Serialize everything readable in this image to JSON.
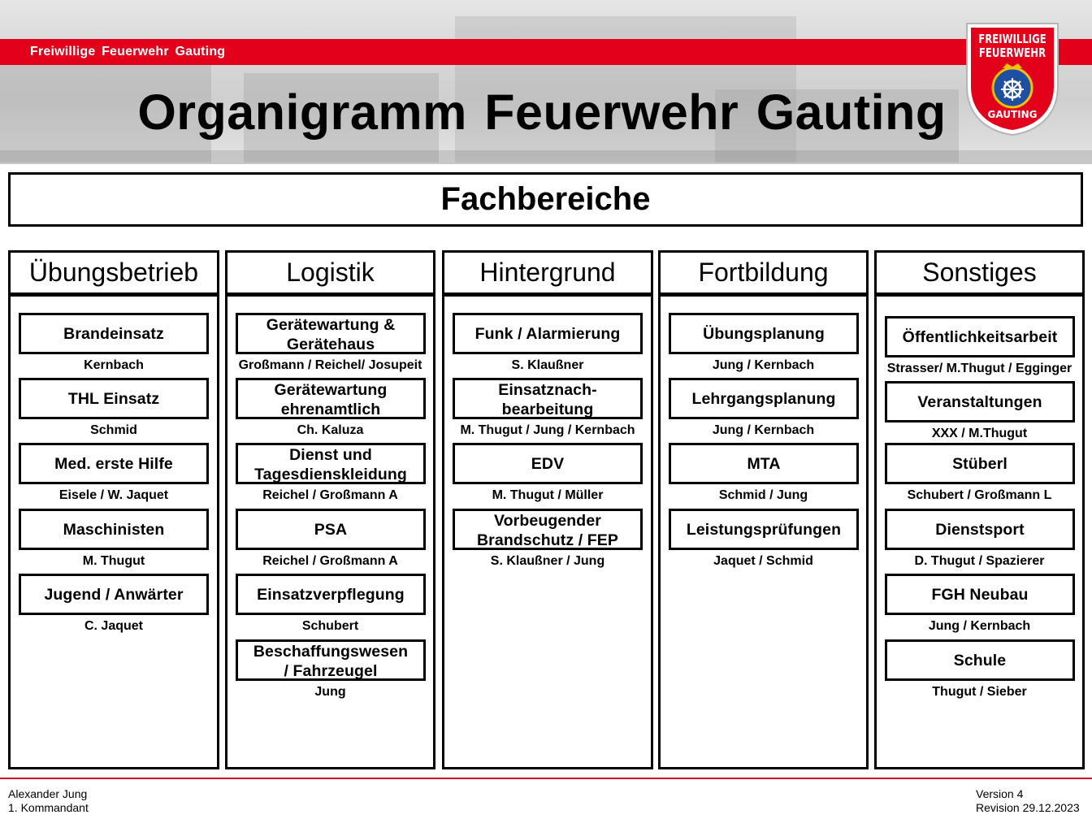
{
  "header": {
    "brand": "Freiwillige  Feuerwehr  Gauting",
    "title": "Organigramm Feuerwehr  Gauting",
    "logo": {
      "line1": "FREIWILLIGE",
      "line2": "FEUERWEHR",
      "arc": "GAUTING",
      "colors": {
        "red": "#e3001b",
        "blue": "#1f4fa3",
        "gold": "#f2c200"
      }
    }
  },
  "section": {
    "title": "Fachbereiche"
  },
  "columns": [
    {
      "title": "Übungsbetrieb",
      "items": [
        {
          "lines": [
            "Brandeinsatz"
          ],
          "person": "Kernbach"
        },
        {
          "lines": [
            "THL Einsatz"
          ],
          "person": "Schmid"
        },
        {
          "lines": [
            "Med. erste Hilfe"
          ],
          "person": "Eisele / W. Jaquet"
        },
        {
          "lines": [
            "Maschinisten"
          ],
          "person": "M. Thugut"
        },
        {
          "lines": [
            "Jugend / Anwärter"
          ],
          "person": "C. Jaquet"
        }
      ]
    },
    {
      "title": "Logistik",
      "items": [
        {
          "lines": [
            "Gerätewartung &",
            "Gerätehaus"
          ],
          "person": "Großmann / Reichel/ Josupeit"
        },
        {
          "lines": [
            "Gerätewartung",
            "ehrenamtlich"
          ],
          "person": "Ch. Kaluza"
        },
        {
          "lines": [
            "Dienst und",
            "Tagesdienskleidung"
          ],
          "person": "Reichel / Großmann A"
        },
        {
          "lines": [
            "PSA"
          ],
          "person": "Reichel / Großmann A"
        },
        {
          "lines": [
            "Einsatzverpflegung"
          ],
          "person": "Schubert"
        },
        {
          "lines": [
            "Beschaffungswesen",
            "/ Fahrzeugel"
          ],
          "person": "Jung"
        }
      ]
    },
    {
      "title": "Hintergrund",
      "items": [
        {
          "lines": [
            "Funk / Alarmierung"
          ],
          "person": "S. Klaußner"
        },
        {
          "lines": [
            "Einsatznach-",
            "bearbeitung"
          ],
          "person": "M. Thugut / Jung / Kernbach"
        },
        {
          "lines": [
            "EDV"
          ],
          "person": "M. Thugut / Müller"
        },
        {
          "lines": [
            "Vorbeugender",
            "Brandschutz / FEP"
          ],
          "person": "S. Klaußner / Jung"
        }
      ]
    },
    {
      "title": "Fortbildung",
      "items": [
        {
          "lines": [
            "Übungsplanung"
          ],
          "person": "Jung / Kernbach"
        },
        {
          "lines": [
            "Lehrgangsplanung"
          ],
          "person": "Jung / Kernbach"
        },
        {
          "lines": [
            "MTA"
          ],
          "person": "Schmid / Jung"
        },
        {
          "lines": [
            "Leistungsprüfungen"
          ],
          "person": "Jaquet / Schmid"
        }
      ]
    },
    {
      "title": "Sonstiges",
      "items": [
        {
          "lines": [
            "Öffentlichkeitsarbeit"
          ],
          "person": "Strasser/ M.Thugut / Egginger"
        },
        {
          "lines": [
            "Veranstaltungen"
          ],
          "person": "XXX / M.Thugut"
        },
        {
          "lines": [
            "Stüberl"
          ],
          "person": "Schubert / Großmann L"
        },
        {
          "lines": [
            "Dienstsport"
          ],
          "person": "D. Thugut / Spazierer"
        },
        {
          "lines": [
            "FGH Neubau"
          ],
          "person": "Jung / Kernbach"
        },
        {
          "lines": [
            "Schule"
          ],
          "person": "Thugut / Sieber"
        }
      ]
    }
  ],
  "footer": {
    "author": "Alexander Jung",
    "role": "1. Kommandant",
    "version": "Version 4",
    "revision": "Revision 29.12.2023"
  }
}
